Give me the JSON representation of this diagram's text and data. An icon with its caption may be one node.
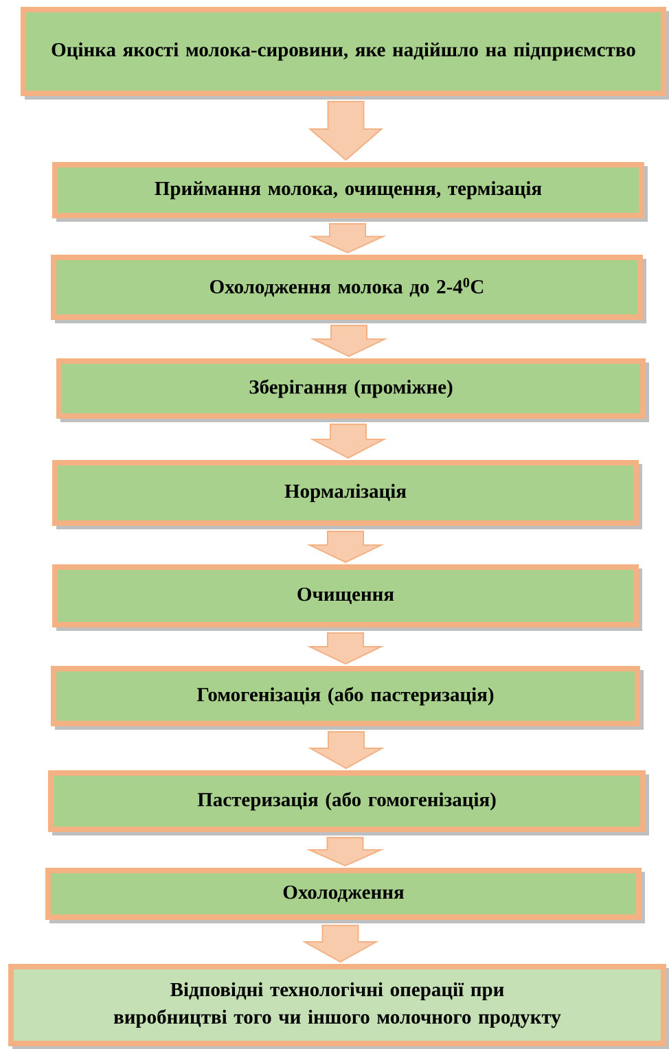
{
  "diagram": {
    "nodes": [
      {
        "text": [
          "Оцінка якості молока-сировини, яке надійшло на підприємство"
        ]
      },
      {
        "text": [
          "Приймання молока, очищення, термізація"
        ]
      },
      {
        "text": [
          "Охолодження молока до 2-4$^{0}$С"
        ]
      },
      {
        "text": [
          "Зберігання (проміжне)"
        ]
      },
      {
        "text": [
          "Нормалізація"
        ]
      },
      {
        "text": [
          "Очищення"
        ]
      },
      {
        "text": [
          "Гомогенізація (або пастеризація)"
        ]
      },
      {
        "text": [
          "Пастеризація (або гомогенізація)"
        ]
      },
      {
        "text": [
          "Охолодження"
        ]
      },
      {
        "text": [
          "Відповідні технологічні операції при виробництві того чи іншого молочного продукту"
        ]
      }
    ],
    "edges": [
      {
        "from": 0,
        "to": 1,
        "arrow": "to"
      },
      {
        "from": 1,
        "to": 2,
        "arrow": "to"
      },
      {
        "from": 2,
        "to": 3,
        "arrow": "to"
      },
      {
        "from": 3,
        "to": 4,
        "arrow": "to"
      },
      {
        "from": 4,
        "to": 5,
        "arrow": "to"
      },
      {
        "from": 5,
        "to": 6,
        "arrow": "to"
      },
      {
        "from": 6,
        "to": 7,
        "arrow": "to"
      },
      {
        "from": 7,
        "to": 8,
        "arrow": "to"
      },
      {
        "from": 8,
        "to": 9,
        "arrow": "to"
      }
    ]
  }
}
